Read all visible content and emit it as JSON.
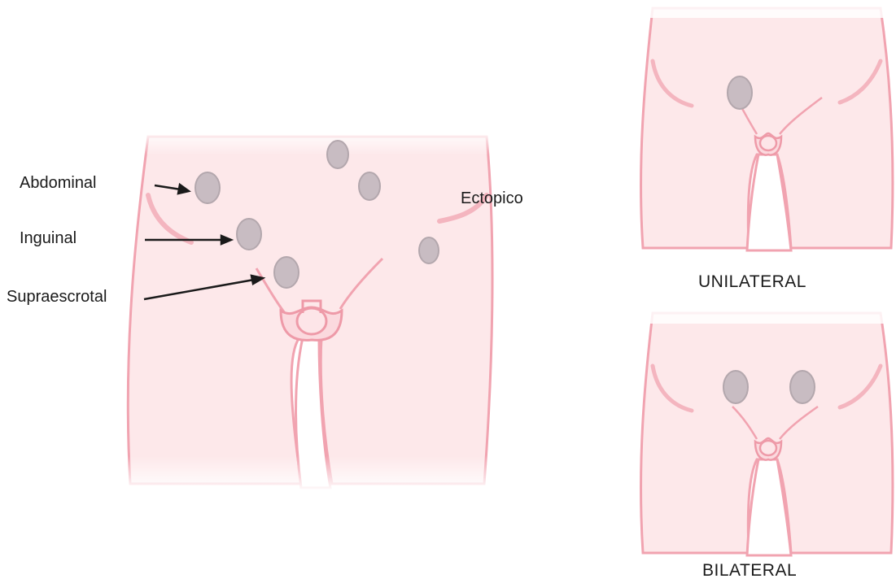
{
  "colors": {
    "skin": "#fde8ea",
    "skin_outline": "#f1a3b0",
    "skin_shade": "#f7c5cd",
    "testis_fill": "#c8bcc2",
    "testis_outline": "#b3a7ad",
    "arrow": "#1a1a1a",
    "text": "#1a1a1a"
  },
  "main_figure": {
    "labels": {
      "abdominal": "Abdominal",
      "inguinal": "Inguinal",
      "supraescrotal": "Supraescrotal",
      "ectopico": "Ectopico"
    },
    "icons": [
      "pelvis-illustration",
      "undescended-testis-icon",
      "arrow-icon"
    ]
  },
  "panels": [
    {
      "caption": "UNILATERAL"
    },
    {
      "caption": "BILATERAL"
    }
  ]
}
